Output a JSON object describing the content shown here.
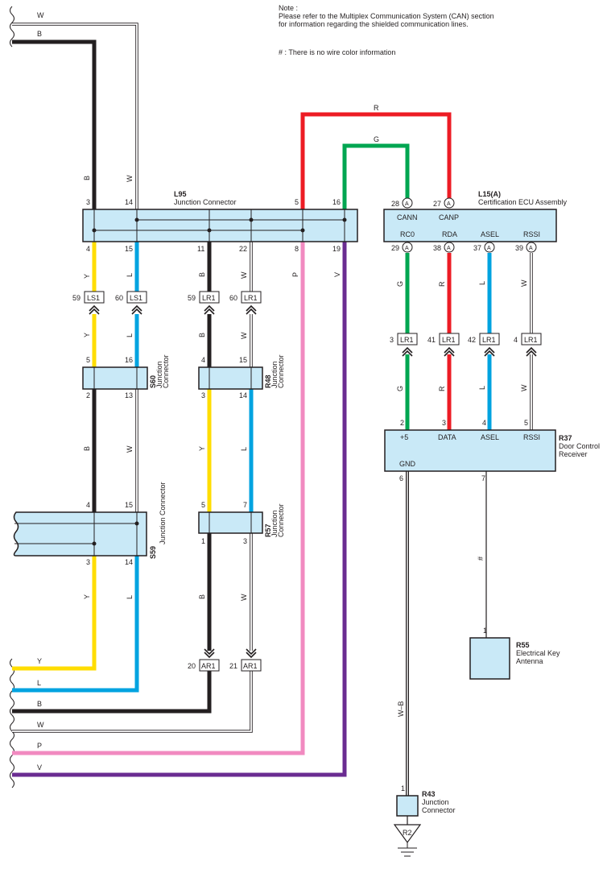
{
  "note": {
    "lines": [
      "Note :",
      "Please refer to the Multiplex Communication System (CAN) section",
      "for information regarding the shielded communication lines."
    ],
    "hash_line": "# : There is no wire color information"
  },
  "colors": {
    "B": "#231f20",
    "W": "#ffffff",
    "Y": "#ffdd00",
    "L": "#00a3e0",
    "R": "#ed1c24",
    "G": "#00a651",
    "P": "#f18ac0",
    "V": "#6a2c91",
    "connector_fill": "#c9e9f7"
  },
  "edge_labels": {
    "top_w": "W",
    "top_b": "B",
    "bottom": [
      "Y",
      "L",
      "B",
      "W",
      "P",
      "V"
    ]
  },
  "components": {
    "l95": {
      "code": "L95",
      "name": "Junction Connector"
    },
    "l15": {
      "code": "L15(A)",
      "name": "Certification ECU Assembly",
      "pins_top": [
        {
          "num": "28",
          "tag": "A",
          "sig": "CANN"
        },
        {
          "num": "27",
          "tag": "A",
          "sig": "CANP"
        }
      ],
      "pins_bottom": [
        {
          "num": "29",
          "tag": "A",
          "sig": "RC0"
        },
        {
          "num": "38",
          "tag": "A",
          "sig": "RDA"
        },
        {
          "num": "37",
          "tag": "A",
          "sig": "ASEL"
        },
        {
          "num": "39",
          "tag": "A",
          "sig": "RSSI"
        }
      ]
    },
    "s60": {
      "code": "S60",
      "name_lines": [
        "Junction",
        "Connector"
      ]
    },
    "r48": {
      "code": "R48",
      "name_lines": [
        "Junction",
        "Connector"
      ]
    },
    "r57": {
      "code": "R57",
      "name_lines": [
        "Junction",
        "Connector"
      ]
    },
    "s59": {
      "code": "S59",
      "name": "Junction Connector"
    },
    "r37": {
      "code": "R37",
      "name_lines": [
        "Door Control",
        "Receiver"
      ],
      "signals": [
        "+5",
        "DATA",
        "ASEL",
        "RSSI",
        "GND"
      ]
    },
    "r55": {
      "code": "R55",
      "name_lines": [
        "Electrical Key",
        "Antenna"
      ]
    },
    "r43": {
      "code": "R43",
      "name_lines": [
        "Junction",
        "Connector"
      ]
    },
    "ground": {
      "code": "R2"
    }
  },
  "l95_pins": {
    "top": [
      "3",
      "14",
      "5",
      "16"
    ],
    "bottom": [
      "4",
      "15",
      "11",
      "22",
      "8",
      "19"
    ]
  },
  "inline_connectors": {
    "upper_left": [
      {
        "num": "59",
        "code": "LS1"
      },
      {
        "num": "60",
        "code": "LS1"
      }
    ],
    "upper_mid": [
      {
        "num": "59",
        "code": "LR1"
      },
      {
        "num": "60",
        "code": "LR1"
      }
    ],
    "lower_mid": [
      {
        "num": "20",
        "code": "AR1"
      },
      {
        "num": "21",
        "code": "AR1"
      }
    ],
    "right": [
      {
        "num": "3",
        "code": "LR1"
      },
      {
        "num": "41",
        "code": "LR1"
      },
      {
        "num": "42",
        "code": "LR1"
      },
      {
        "num": "4",
        "code": "LR1"
      }
    ]
  },
  "pin_numbers": {
    "s60_top": [
      "5",
      "16"
    ],
    "s60_bottom": [
      "2",
      "13"
    ],
    "r48_top": [
      "4",
      "15"
    ],
    "r48_bottom": [
      "3",
      "14"
    ],
    "s59_top": [
      "4",
      "15"
    ],
    "s59_bottom": [
      "3",
      "14"
    ],
    "r57_top": [
      "5",
      "7"
    ],
    "r57_bottom": [
      "1",
      "3"
    ],
    "r37_top": [
      "2",
      "3",
      "4",
      "5"
    ],
    "r37_bottom": [
      "6",
      "7"
    ],
    "r55_pin": "1",
    "r43_pin": "1"
  },
  "wire_labels": {
    "top_b": "B",
    "top_w": "W",
    "top_r": "R",
    "top_g": "G",
    "l95_down": [
      "Y",
      "L",
      "B",
      "W",
      "P",
      "V"
    ],
    "ls1_down": [
      "Y",
      "L"
    ],
    "lr1_down": [
      "B",
      "W"
    ],
    "s60_down": [
      "B",
      "W"
    ],
    "r48_down": [
      "Y",
      "L"
    ],
    "s59_down": [
      "Y",
      "L"
    ],
    "r57_down": [
      "B",
      "W"
    ],
    "l15_down": [
      "G",
      "R",
      "L",
      "W"
    ],
    "lr1_right_down": [
      "G",
      "R",
      "L",
      "W"
    ],
    "r37_gnd": "W–B",
    "r37_7": "#"
  }
}
